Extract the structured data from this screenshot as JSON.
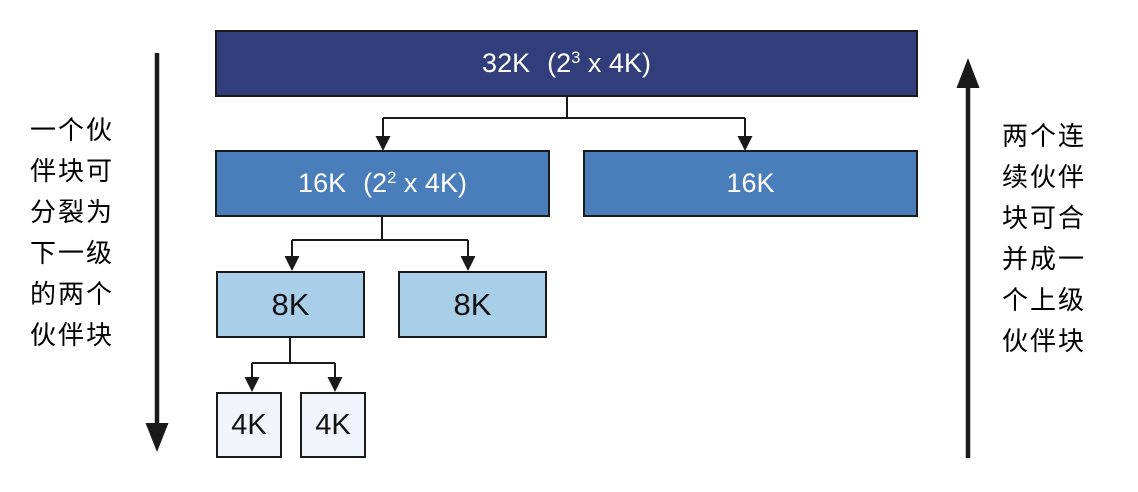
{
  "colors": {
    "level1_bg": "#313E7B",
    "level1_border": "#1E2851",
    "level2_bg": "#4A7EBB",
    "level2_border": "#1F3864",
    "level34_border": "#1A1A1A",
    "level3_bg": "#A9CEE8",
    "level4_bg": "#EFF5FB",
    "connector": "#1A1A1A",
    "text_light": "#FFFFFF",
    "text_dark": "#111111"
  },
  "tree": {
    "level1": {
      "size": "32K",
      "formula_open": "(2",
      "exp": "3",
      "formula_close": " x 4K)"
    },
    "level2_left": {
      "size": "16K",
      "formula_open": "(2",
      "exp": "2",
      "formula_close": " x 4K)"
    },
    "level2_right": {
      "size": "16K"
    },
    "level3_left": {
      "size": "8K"
    },
    "level3_right": {
      "size": "8K"
    },
    "level4_left": {
      "size": "4K"
    },
    "level4_right": {
      "size": "4K"
    }
  },
  "annotations": {
    "left": {
      "meaning": "split",
      "lines": [
        "一个伙",
        "伴块可",
        "分裂为",
        "下一级",
        "的两个",
        "伙伴块"
      ]
    },
    "right": {
      "meaning": "merge",
      "lines": [
        "两个连",
        "续伙伴",
        "块可合",
        "并成一",
        "个上级",
        "伙伴块"
      ]
    }
  }
}
